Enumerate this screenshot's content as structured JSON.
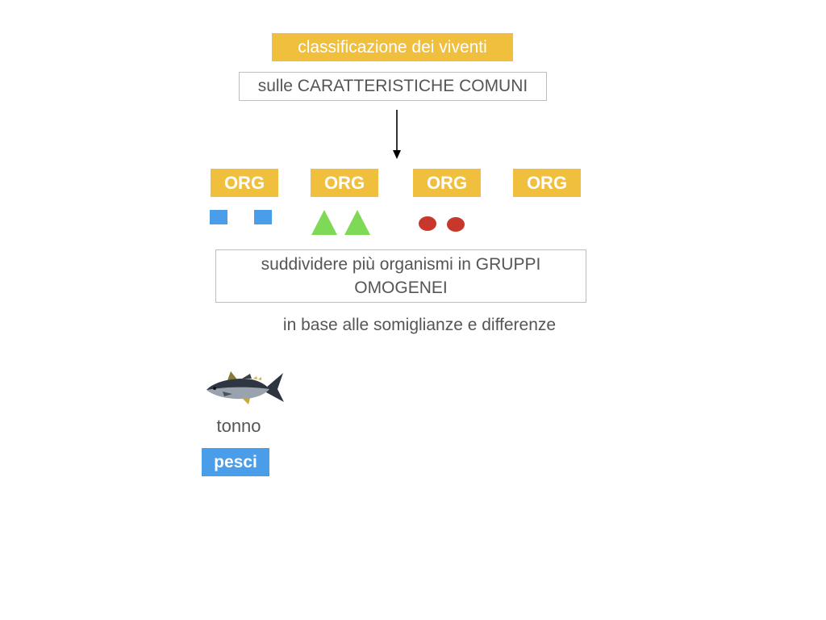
{
  "title": "classificazione dei viventi",
  "subtitle": "sulle CARATTERISTICHE COMUNI",
  "org_labels": [
    "ORG",
    "ORG",
    "ORG",
    "ORG"
  ],
  "description": "suddividere più organismi in GRUPPI OMOGENEI",
  "criteria": "in base alle somiglianze e differenze",
  "example": {
    "image": "tuna-fish-icon",
    "name": "tonno",
    "group": "pesci"
  },
  "colors": {
    "accent_yellow": "#f0bf3e",
    "accent_blue": "#4a9de8",
    "shape_green": "#7ed957",
    "shape_red": "#c8372b",
    "text_gray": "#555555"
  }
}
